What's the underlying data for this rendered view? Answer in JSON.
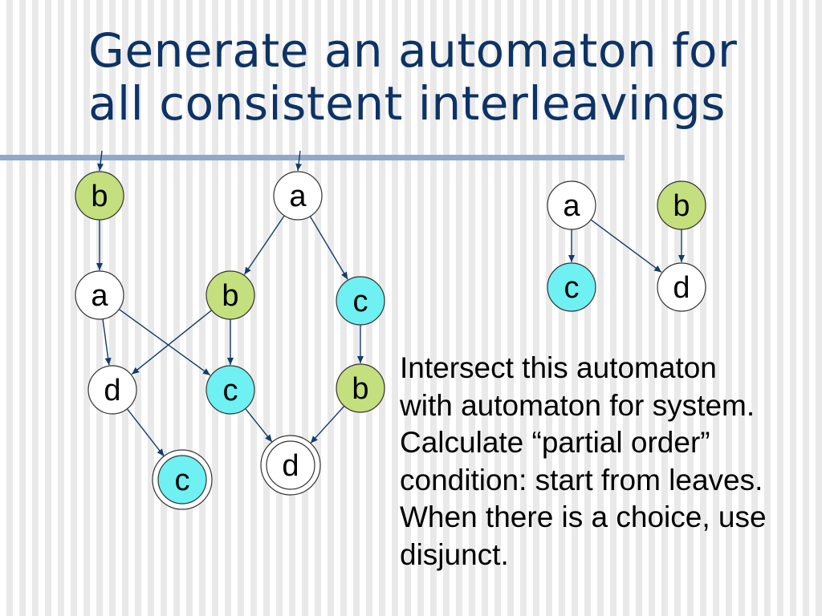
{
  "title": {
    "line1": "Generate an automaton for",
    "line2": "all consistent interleavings"
  },
  "colors": {
    "title": "#0d3366",
    "rule": "#8fa9c9",
    "edge": "#123b6b",
    "node_green": "#c4df7d",
    "node_cyan": "#6ff0f2",
    "node_white": "#ffffff"
  },
  "automaton": {
    "nodes": [
      {
        "id": "n_b0",
        "label": "b",
        "fill": "green",
        "accepting": false,
        "initial": true
      },
      {
        "id": "n_a0",
        "label": "a",
        "fill": "white",
        "accepting": false,
        "initial": true
      },
      {
        "id": "n_a1",
        "label": "a",
        "fill": "white",
        "accepting": false,
        "initial": false
      },
      {
        "id": "n_b1",
        "label": "b",
        "fill": "green",
        "accepting": false,
        "initial": false
      },
      {
        "id": "n_c1",
        "label": "c",
        "fill": "cyan",
        "accepting": false,
        "initial": false
      },
      {
        "id": "n_d2",
        "label": "d",
        "fill": "white",
        "accepting": false,
        "initial": false
      },
      {
        "id": "n_c2",
        "label": "c",
        "fill": "cyan",
        "accepting": false,
        "initial": false
      },
      {
        "id": "n_b2",
        "label": "b",
        "fill": "green",
        "accepting": false,
        "initial": false
      },
      {
        "id": "n_c3",
        "label": "c",
        "fill": "cyan",
        "accepting": true,
        "initial": false
      },
      {
        "id": "n_d3",
        "label": "d",
        "fill": "white",
        "accepting": true,
        "initial": false
      }
    ],
    "edges": [
      [
        "n_b0",
        "n_a1"
      ],
      [
        "n_a1",
        "n_d2"
      ],
      [
        "n_a1",
        "n_c2"
      ],
      [
        "n_a0",
        "n_b1"
      ],
      [
        "n_a0",
        "n_c1"
      ],
      [
        "n_b1",
        "n_d2"
      ],
      [
        "n_b1",
        "n_c2"
      ],
      [
        "n_c1",
        "n_b2"
      ],
      [
        "n_d2",
        "n_c3"
      ],
      [
        "n_c2",
        "n_d3"
      ],
      [
        "n_b2",
        "n_d3"
      ]
    ]
  },
  "partial_order": {
    "nodes": [
      {
        "id": "p_a",
        "label": "a",
        "fill": "white"
      },
      {
        "id": "p_b",
        "label": "b",
        "fill": "green"
      },
      {
        "id": "p_c",
        "label": "c",
        "fill": "cyan"
      },
      {
        "id": "p_d",
        "label": "d",
        "fill": "white"
      }
    ],
    "edges": [
      [
        "p_a",
        "p_c"
      ],
      [
        "p_a",
        "p_d"
      ],
      [
        "p_b",
        "p_d"
      ]
    ]
  },
  "body": {
    "lines": [
      "Intersect this automaton",
      "with automaton for system.",
      "Calculate “partial order”",
      "condition: start from leaves.",
      "When there is a choice, use",
      "disjunct."
    ]
  }
}
